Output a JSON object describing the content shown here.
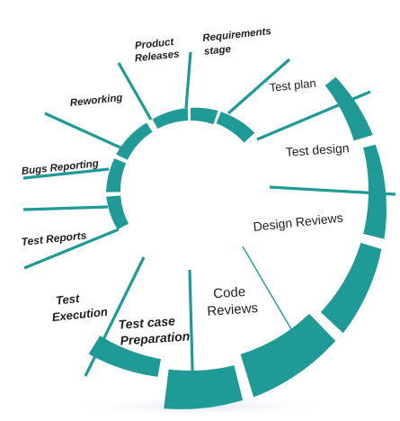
{
  "colors": {
    "teal": "#1f9a96",
    "text": "#1f1f1f",
    "shadow": "#e6e9f2"
  },
  "stages": {
    "product_releases": {
      "line1": "Product",
      "line2": "Releases"
    },
    "requirements_stage": {
      "line1": "Requirements",
      "line2": "stage"
    },
    "test_plan": {
      "label": "Test plan"
    },
    "test_design": {
      "label": "Test design"
    },
    "design_reviews": {
      "label": "Design Reviews"
    },
    "code_reviews": {
      "line1": "Code",
      "line2": "Reviews"
    },
    "test_case_preparation": {
      "line1": "Test case",
      "line2": "Preparation"
    },
    "test_execution": {
      "line1": "Test",
      "line2": "Execution"
    },
    "test_reports": {
      "label": "Test Reports"
    },
    "bugs_reporting": {
      "label": "Bugs Reporting"
    },
    "reworking": {
      "label": "Reworking"
    }
  }
}
